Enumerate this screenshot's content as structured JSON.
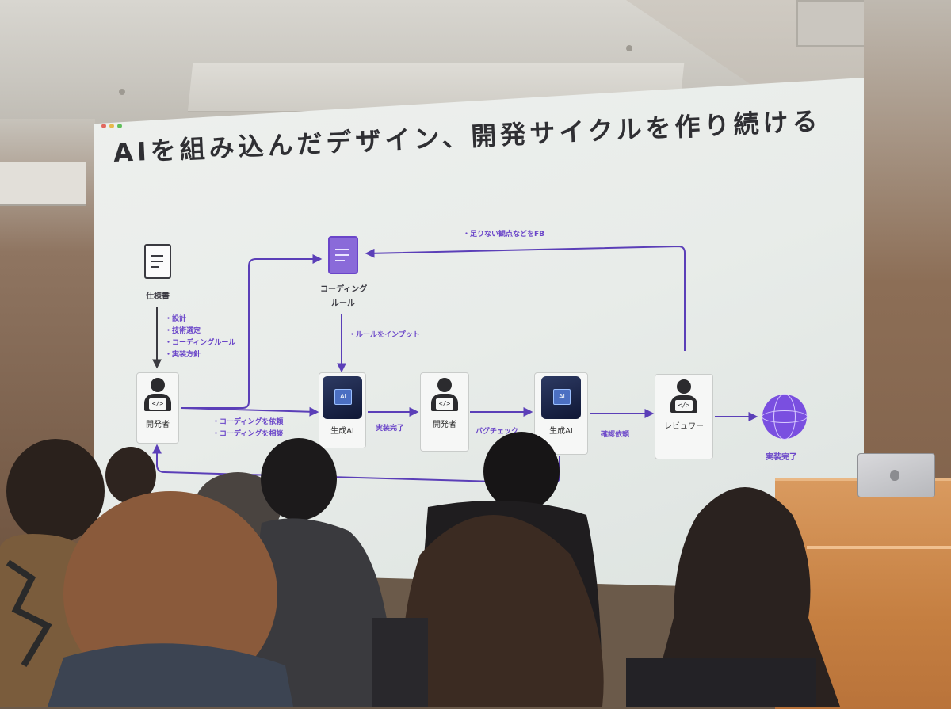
{
  "slide": {
    "title": "AIを組み込んだデザイン、開発サイクルを作り続ける",
    "spec_label": "仕様書",
    "spec_bullets": [
      "・設計",
      "・技術選定",
      "・コーディングルール",
      "・実装方針"
    ],
    "coding_rule_label_line1": "コーディング",
    "coding_rule_label_line2": "ルール",
    "feedback_note": "・足りない観点などをFB",
    "input_rule_note": "・ルールをインプット",
    "developer_label": "開発者",
    "request_notes": [
      "・コーディングを依頼",
      "・コーディングを相談"
    ],
    "genai_label": "生成AI",
    "ai_chip": "AI",
    "impl_done_arrow": "実装完了",
    "developer2_label": "開発者",
    "bug_check_arrow": "バグチェック",
    "genai2_label": "生成AI",
    "review_request_arrow": "確認依頼",
    "reviewer_label": "レビュワー",
    "final_label": "実装完了",
    "laptop_code_glyph": "</>"
  },
  "colors": {
    "accent_purple": "#6a45c9",
    "text_dark": "#2f2f33",
    "screen_bg": "#eceeeb",
    "podium": "#c98442"
  },
  "icons": [
    "document-icon",
    "coding-rule-document-icon",
    "developer-person-icon",
    "ai-head-icon",
    "reviewer-person-icon",
    "globe-icon",
    "apple-logo-icon"
  ]
}
